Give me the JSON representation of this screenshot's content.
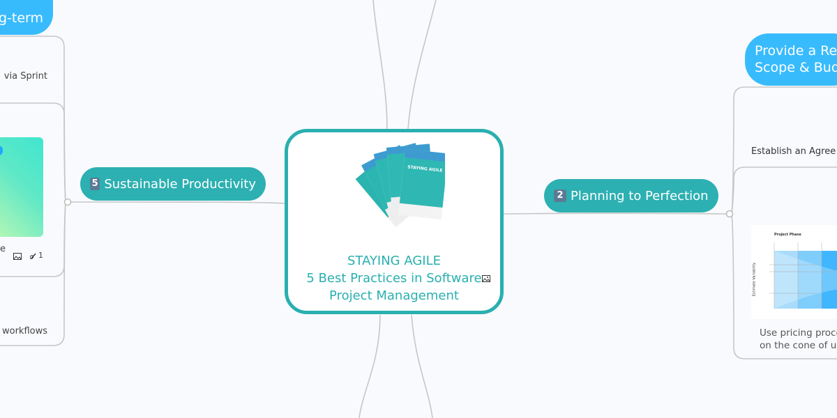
{
  "center": {
    "line1": "STAYING AGILE",
    "line2": "5 Best Practices in Software",
    "line3": "Project Management",
    "image_icon": "image-icon"
  },
  "left": {
    "branch": {
      "number": "5",
      "label": "Sustainable Productivity"
    },
    "top_node": "g-term",
    "text_sprint": "via Sprint",
    "text_e": "e",
    "link_count": "1",
    "text_workflows": "workflows"
  },
  "right": {
    "branch": {
      "number": "2",
      "label": "Planning to Perfection"
    },
    "top_node_line1": "Provide a Re",
    "top_node_line2": "Scope & Bud",
    "text_establish": "Establish an Agree",
    "chart_title": "Project Phase",
    "chart_ylabel": "Estimate Variability",
    "caption_line1": "Use pricing proce",
    "caption_line2": "on the cone of ur"
  },
  "colors": {
    "teal": "#2aafb0",
    "blue": "#38bbfd",
    "line": "#c4c4c4"
  }
}
